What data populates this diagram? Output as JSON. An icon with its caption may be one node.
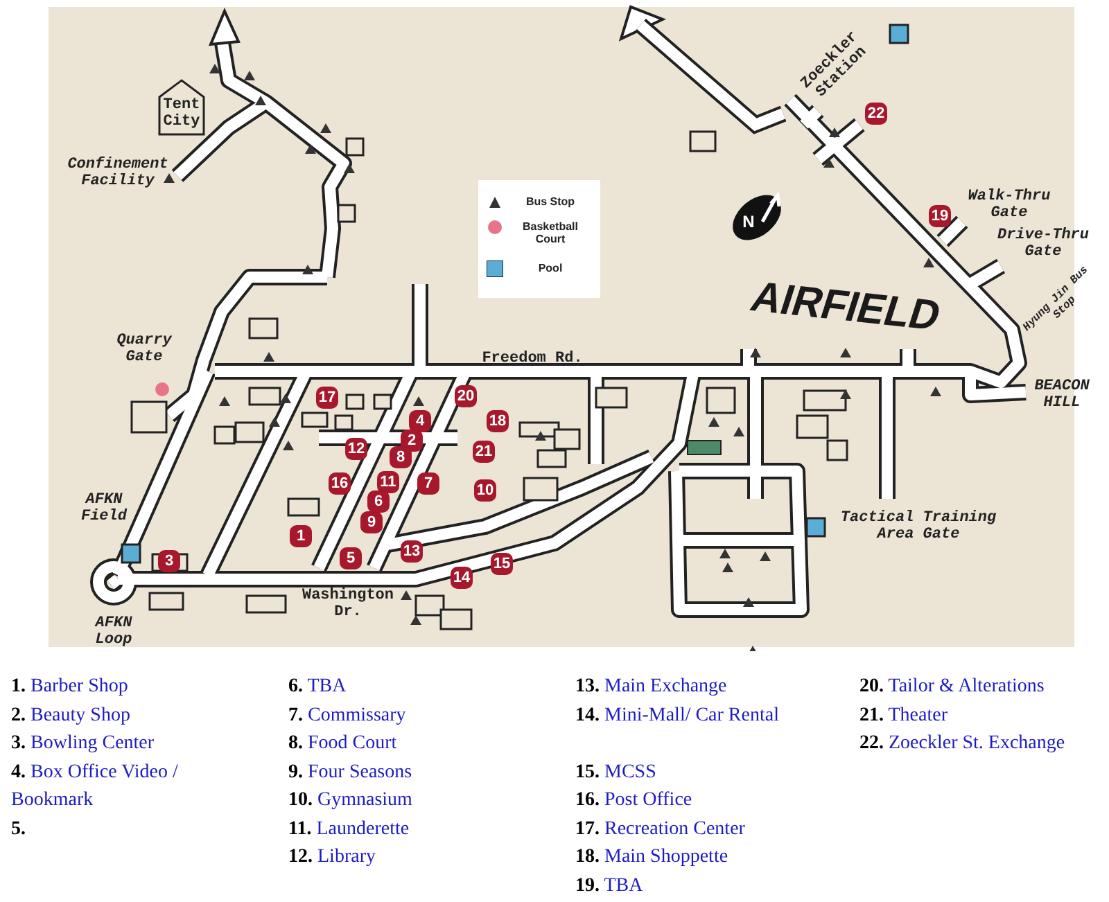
{
  "diagram": {
    "labels": [
      "Tent City",
      "Confinement Facility",
      "Zoeckler Station",
      "22",
      "N",
      "Walk-Thru Gate",
      "19",
      "Drive-Thru Gate",
      "AIRFIELD",
      "Hyung Jin Bus Stop",
      "Quarry Gate",
      "Freedom Rd.",
      "BEACON HILL",
      "17",
      "20",
      "4",
      "18",
      "2",
      "12",
      "8",
      "21",
      "16",
      "11",
      "7",
      "10",
      "6",
      "9",
      "1",
      "Tactical Training Area Gate",
      "AFKN Field",
      "3",
      "5",
      "13",
      "14",
      "15",
      "Washington Dr.",
      "AFKN Loop",
      "**1.** Barber Shop",
      "**2.** Beauty Shop",
      "**3.** Bowling Center",
      "**4.** Box Office Video / Bookmark",
      "**5.**",
      "**6.** TBA",
      "**7.** Commissary",
      "**8.** Food Court",
      "**9.** Four Seasons",
      "**10.** Gymnasium",
      "**11.** Launderette",
      "**12.** Library",
      "**13.** Main Exchange",
      "**14.** Mini-Mall/ Car Rental",
      "**15.** MCSS",
      "**16.** Post Office",
      "**17.** Recreation Center",
      "**18.** Main Shoppette",
      "**19.** TBA",
      "**20.** Tailor & Alterations",
      "**21.** Theater",
      "**22.** Zoeckler St. Exchange"
    ],
    "legend": [
      {
        "text": "Bus Stop"
      },
      {
        "text": "Basketball Court"
      },
      {
        "text": "Pool",
        "color": "#5aaed6"
      }
    ]
  }
}
